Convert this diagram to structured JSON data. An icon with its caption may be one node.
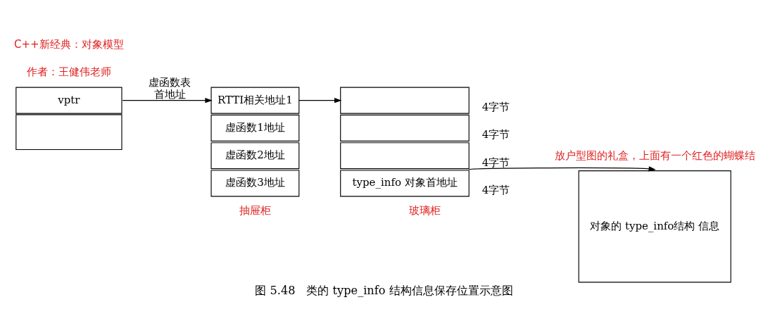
{
  "diagram": {
    "caption": "图 5.48　类的 type_info 结构信息保存位置示意图",
    "nodes": [
      {
        "text": [
          "vptr"
        ]
      },
      {
        "text": [],
        "shape": "box"
      },
      {
        "text": [
          "RTTI相关地址1"
        ]
      },
      {
        "text": [
          "虚函数1地址"
        ]
      },
      {
        "text": [
          "虚函数2地址"
        ]
      },
      {
        "text": [
          "虚函数3地址"
        ]
      },
      {
        "text": [],
        "shape": "box",
        "beside": [
          "4字节"
        ]
      },
      {
        "text": [],
        "shape": "box",
        "beside": [
          "4字节"
        ]
      },
      {
        "text": [],
        "shape": "box",
        "beside": [
          "4字节"
        ]
      },
      {
        "text": [
          "type_info 对象首地址"
        ],
        "beside": [
          "4字节"
        ]
      },
      {
        "text": [
          "对象的 type_info结构 信息"
        ]
      }
    ],
    "edges": [
      {
        "from": 0,
        "to": 2,
        "arrow": "to",
        "label": "虚函数表首地址"
      },
      {
        "from": 2,
        "to": 6,
        "arrow": "to"
      },
      {
        "from": 9,
        "to": 10,
        "arrow": "to"
      }
    ],
    "labels": [
      "C++新经典：对象模型",
      "作者：王健伟老师",
      "抽屉柜",
      "玻璃柜",
      "放户型图的礼盒，上面有一个红色的蝴蝶结"
    ]
  }
}
